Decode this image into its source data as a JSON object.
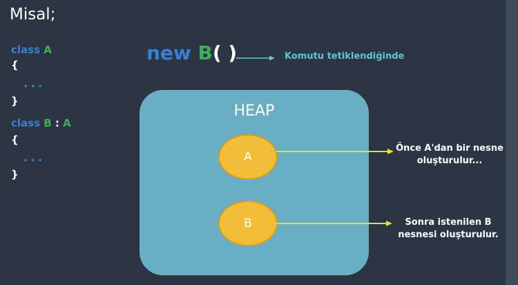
{
  "title": "Misal;",
  "code": {
    "line1_kw": "class",
    "line1_name": "A",
    "open_brace": "{",
    "dots": "...",
    "close_brace": "}",
    "line5_kw": "class",
    "line5_name": "B",
    "line5_sep": ":",
    "line5_base": "A"
  },
  "expression": {
    "new_kw": "new",
    "class_name": "B",
    "parens": "( )",
    "label": "Komutu tetiklendiğinde"
  },
  "heap": {
    "title": "HEAP",
    "node_a": "A",
    "node_b": "B"
  },
  "notes": {
    "a_line1": "Önce A'dan bir nesne",
    "a_line2": "oluşturulur...",
    "b_line1": "Sonra istenilen B",
    "b_line2": "nesnesi oluşturulur."
  },
  "colors": {
    "background": "#2b3543",
    "keyword": "#3a7fd0",
    "class_name": "#3fae5a",
    "heap": "#6aaec3",
    "node": "#f2be3a",
    "arrow_cyan": "#5fc6d6",
    "arrow_yellow": "#f4dd2c"
  }
}
